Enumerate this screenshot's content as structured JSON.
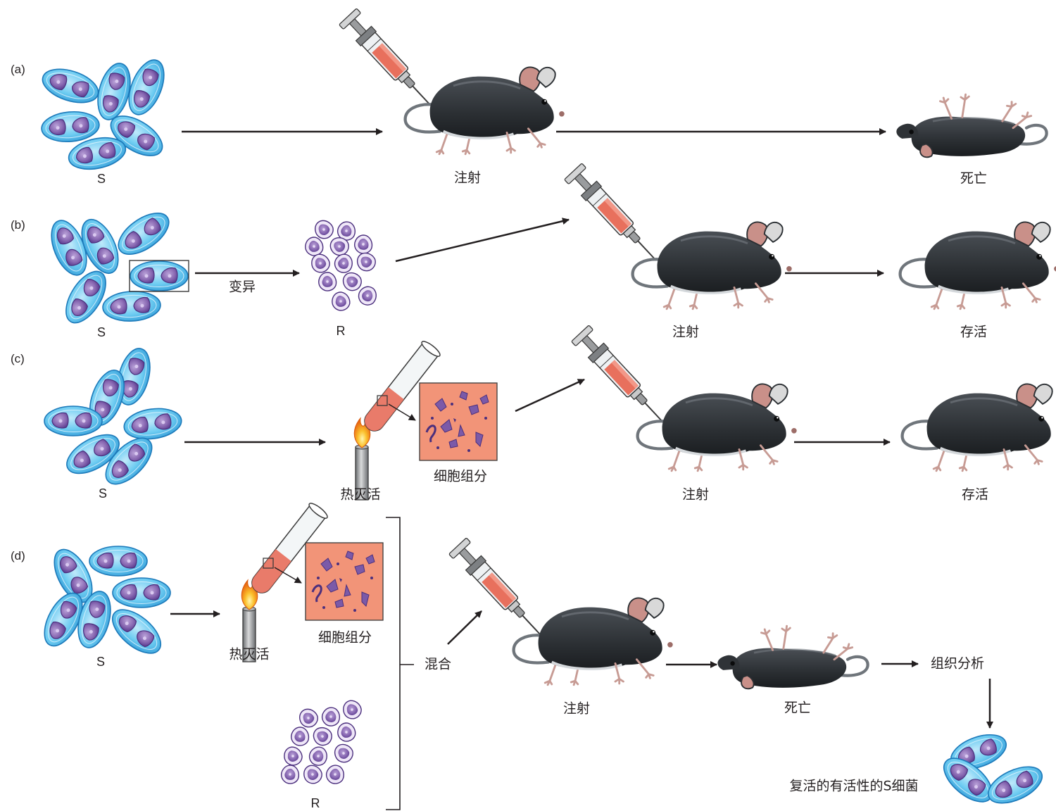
{
  "rows": {
    "a": {
      "tag": "(a)",
      "strain_label": "S",
      "inject_label": "注射",
      "outcome_label": "死亡"
    },
    "b": {
      "tag": "(b)",
      "strain_label": "S",
      "mutation_label": "变异",
      "mutant_label": "R",
      "inject_label": "注射",
      "outcome_label": "存活"
    },
    "c": {
      "tag": "(c)",
      "strain_label": "S",
      "heat_label": "热灭活",
      "components_label": "细胞组分",
      "inject_label": "注射",
      "outcome_label": "存活"
    },
    "d": {
      "tag": "(d)",
      "strain_label": "S",
      "heat_label": "热灭活",
      "components_label": "细胞组分",
      "mutant_label": "R",
      "mix_label": "混合",
      "inject_label": "注射",
      "outcome_label": "死亡",
      "analysis_label": "组织分析",
      "result_label": "复活的有活性的S细菌"
    }
  },
  "colors": {
    "capsule": "#5fc3ee",
    "capsule_edge": "#1c79b9",
    "cell": "#8a6ab3",
    "cell_edge": "#4b2f7d",
    "fluid": "#e8705d",
    "mouse": "#2f3337",
    "ear": "#c99089",
    "components_bg": "#f29478",
    "flame": "#f7a21b"
  }
}
